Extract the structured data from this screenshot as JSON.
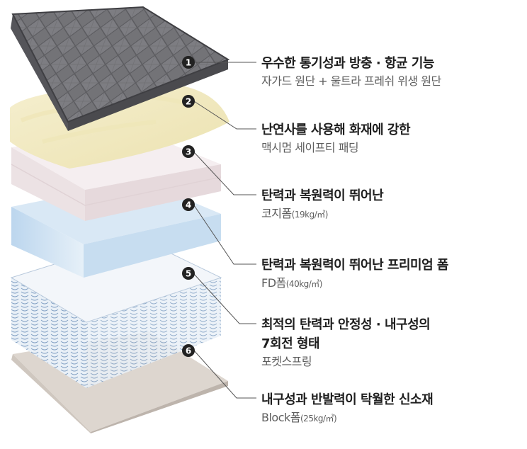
{
  "layers": [
    {
      "number": "1",
      "title_lines": [
        "우수한 통기성과 방충 · 항균 기능"
      ],
      "subtitle": "자가드 원단 + 울트라 프레쉬 위생 원단",
      "spec": ""
    },
    {
      "number": "2",
      "title_lines": [
        "난연사를 사용해 화재에 강한"
      ],
      "subtitle": "맥시멈 세이프티 패딩",
      "spec": ""
    },
    {
      "number": "3",
      "title_lines": [
        "탄력과 복원력이 뛰어난"
      ],
      "subtitle": "코지폼",
      "spec": "(19kg/㎥)"
    },
    {
      "number": "4",
      "title_lines": [
        "탄력과 복원력이 뛰어난 프리미엄 폼"
      ],
      "subtitle": "FD폼",
      "spec": "(40kg/㎥)"
    },
    {
      "number": "5",
      "title_lines": [
        "최적의 탄력과 안정성 · 내구성의",
        "7회전 형태"
      ],
      "subtitle": "포켓스프링",
      "spec": ""
    },
    {
      "number": "6",
      "title_lines": [
        "내구성과 반발력이 탁월한 신소재"
      ],
      "subtitle": "Block폼",
      "spec": "(25kg/㎥)"
    }
  ],
  "colors": {
    "badge": "#222222",
    "leader_line": "#555555",
    "top_fabric": "#6e6e72",
    "top_fabric_edge": "#4a4a4e",
    "padding": "#f2ecc6",
    "cozy_foam": "#f1e8ea",
    "fd_foam": "#cfe3f2",
    "pocket_spring": "#e7eef6",
    "block_foam": "#ded8d2"
  }
}
